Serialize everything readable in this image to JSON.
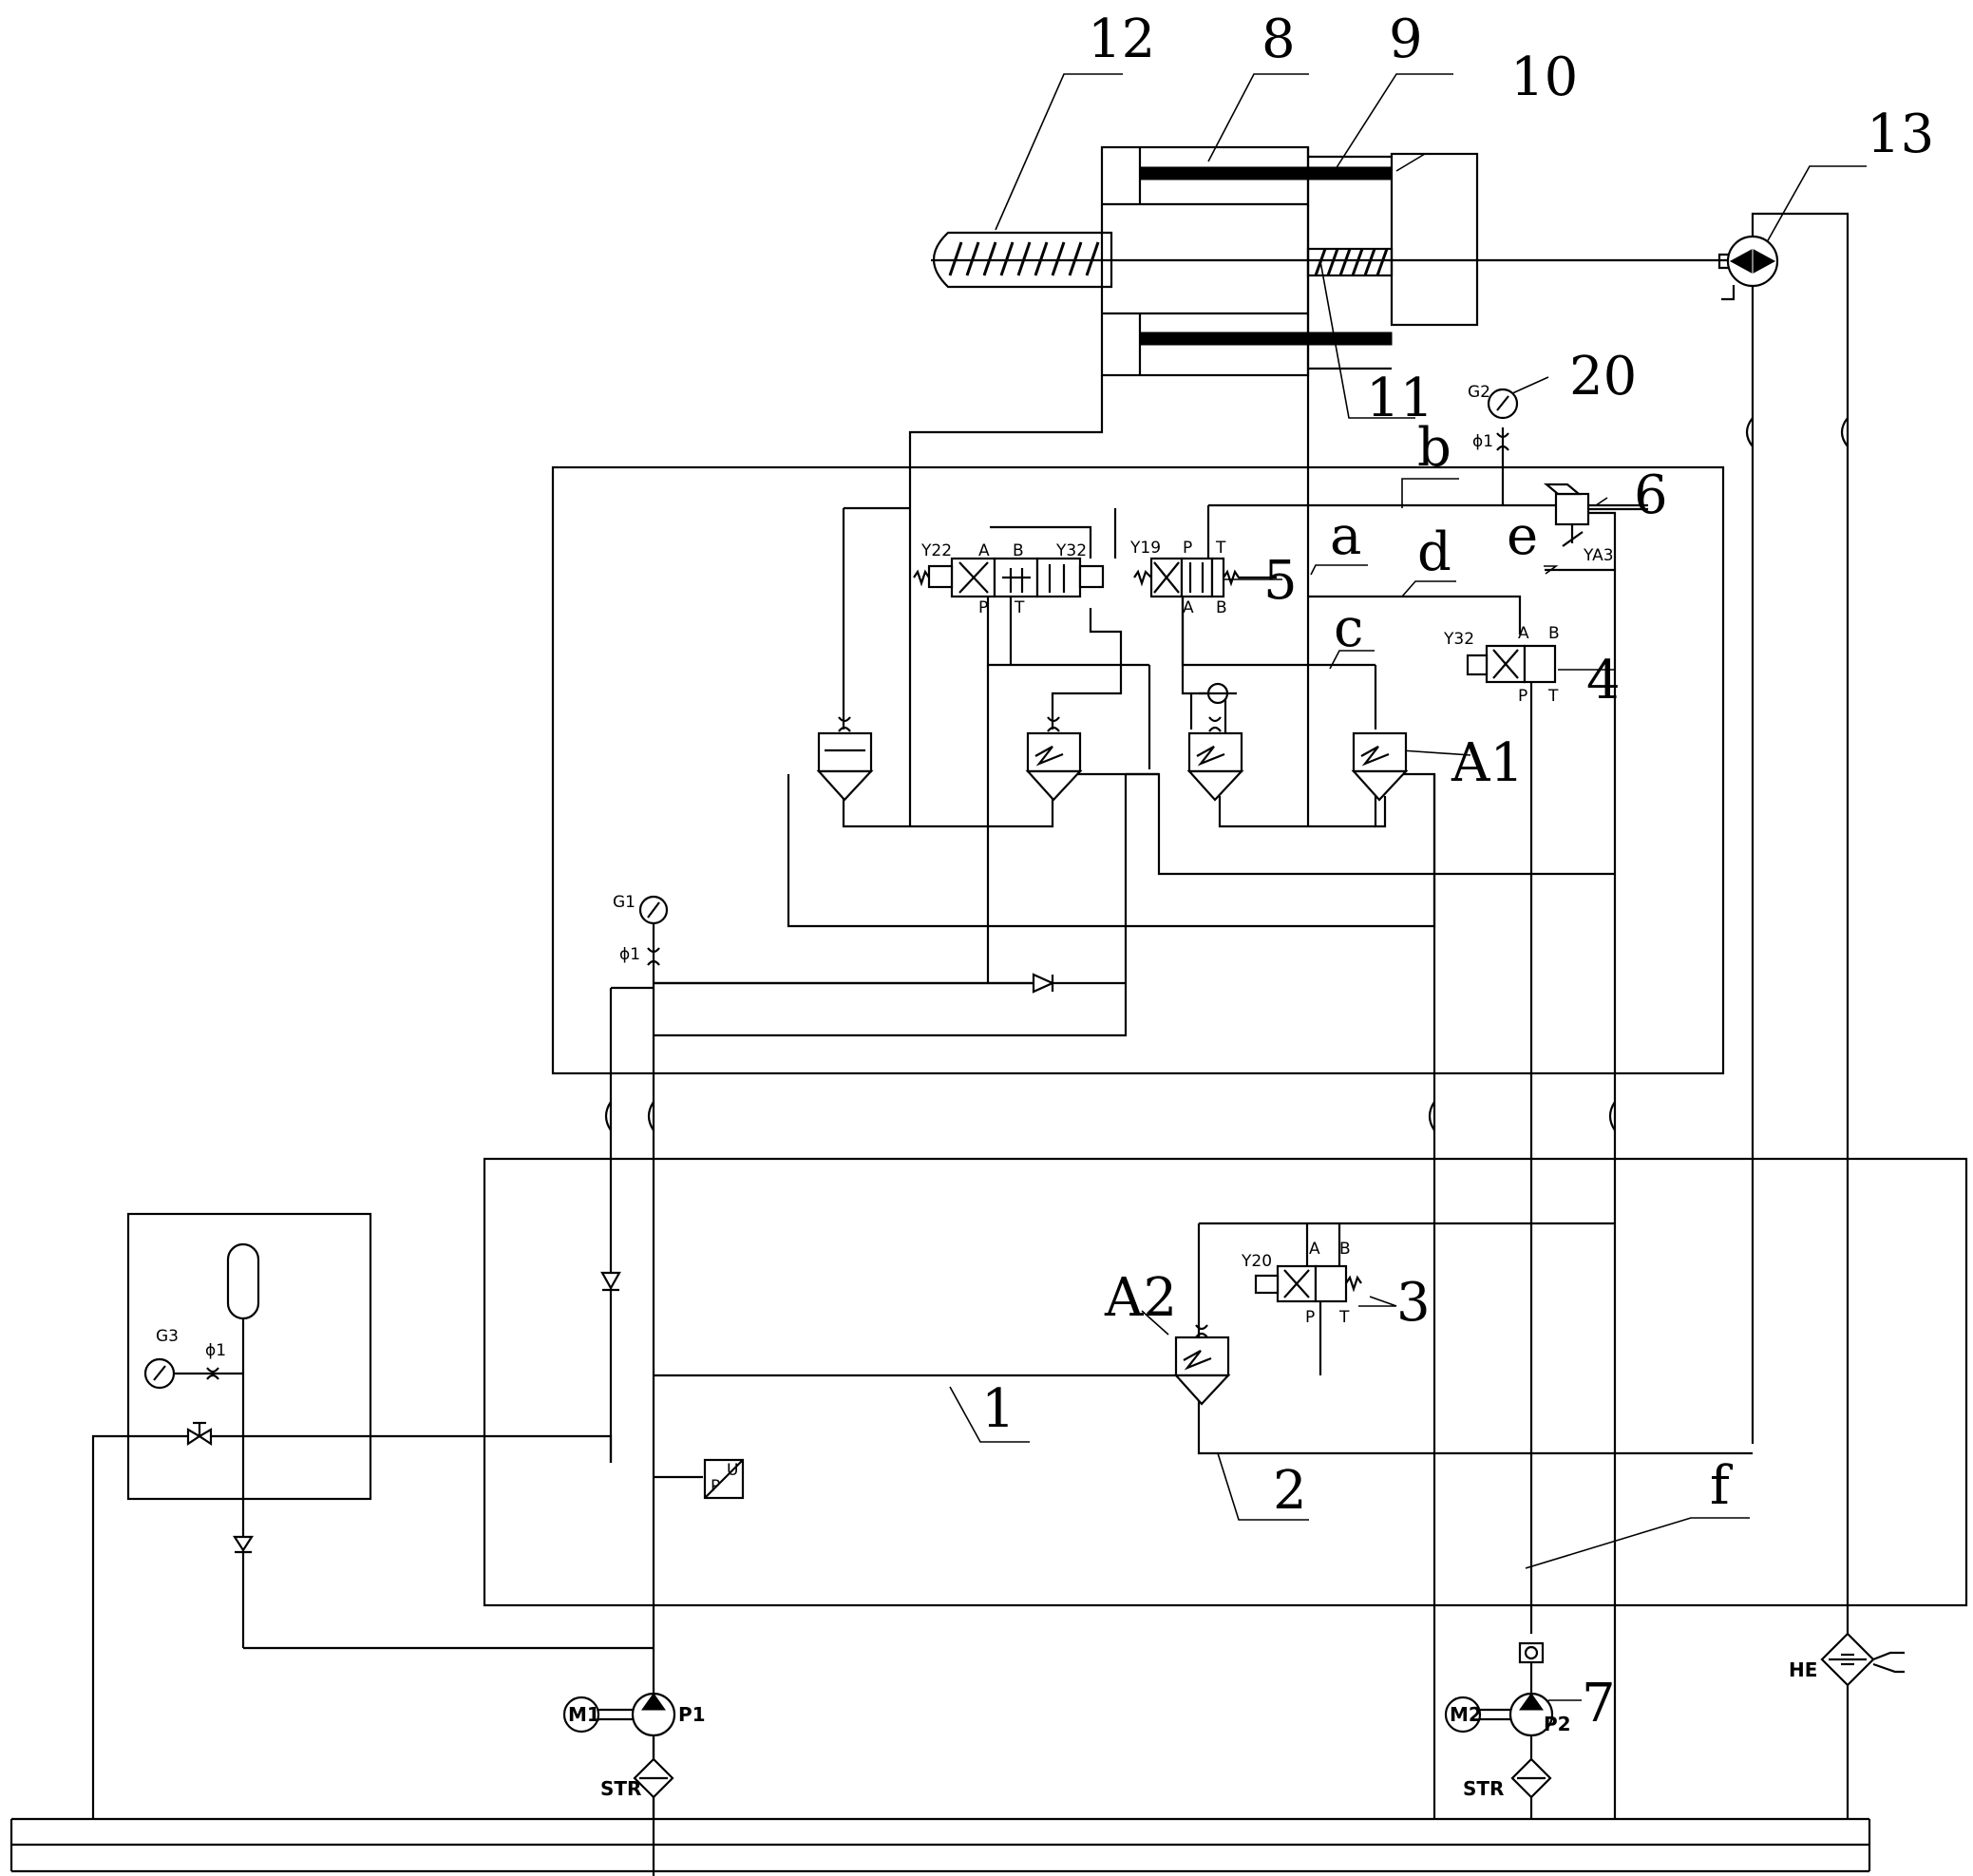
{
  "callouts": {
    "n12": "12",
    "n8": "8",
    "n9": "9",
    "n10": "10",
    "n13": "13",
    "n11": "11",
    "n20": "20",
    "n6": "6",
    "n5": "5",
    "n4": "4",
    "n3": "3",
    "n7": "7",
    "n1": "1",
    "n2": "2",
    "a": "a",
    "b": "b",
    "c": "c",
    "d": "d",
    "e": "e",
    "f": "f",
    "A1": "A1",
    "A2": "A2"
  },
  "components": {
    "g1": "G1",
    "g2": "G2",
    "g3": "G3",
    "orifice": "ϕ1",
    "y22": "Y22",
    "y32": "Y32",
    "y19": "Y19",
    "y20": "Y20",
    "ya3": "YA3",
    "m1": "M1",
    "m2": "M2",
    "p1": "P1",
    "p2": "P2",
    "str": "STR",
    "he": "HE",
    "pu_p": "P",
    "pu_u": "U"
  },
  "ports": {
    "A": "A",
    "B": "B",
    "P": "P",
    "T": "T"
  }
}
